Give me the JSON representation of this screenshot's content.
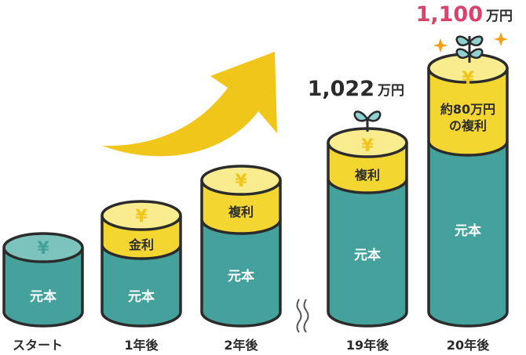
{
  "colors": {
    "principal": "#45a19c",
    "principal_top": "#7cc3bd",
    "interest": "#f3d630",
    "interest_top": "#f9ec8f",
    "outline": "#2b2b2b",
    "arrow": "#f0c61a",
    "highlight_text": "#d9436b",
    "sparkle": "#f0a21a",
    "sprout": "#8fd0d0"
  },
  "columns": [
    {
      "label": "スタート",
      "principal": "元本",
      "interest": "",
      "coin": "¥"
    },
    {
      "label": "1年後",
      "principal": "元本",
      "interest": "金利",
      "coin": "¥"
    },
    {
      "label": "2年後",
      "principal": "元本",
      "interest": "複利",
      "coin": "¥"
    },
    {
      "label": "19年後",
      "principal": "元本",
      "interest": "複利",
      "coin": "¥"
    },
    {
      "label": "20年後",
      "principal": "元本",
      "interest_line1": "約80万円",
      "interest_line2": "の複利",
      "coin": "¥"
    }
  ],
  "totals": {
    "year19": {
      "value": "1,022",
      "unit": "万円"
    },
    "year20": {
      "value": "1,100",
      "unit": "万円"
    }
  },
  "gap_mark": "≈"
}
